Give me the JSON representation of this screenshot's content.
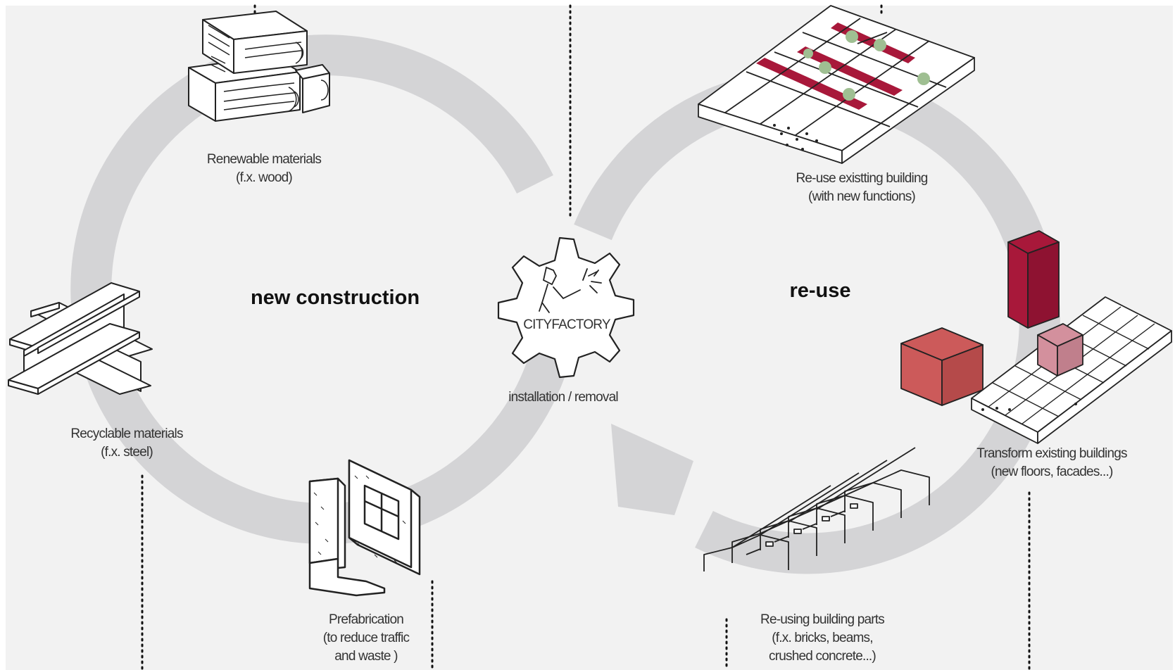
{
  "diagram": {
    "center": {
      "title": "CITYFACTORY",
      "caption": "installation / removal"
    },
    "cycles": {
      "left_title": "new construction",
      "right_title": "re-use"
    },
    "items": {
      "renewable": {
        "line1": "Renewable materials",
        "line2": "(f.x. wood)"
      },
      "recyclable": {
        "line1": "Recyclable materials",
        "line2": "(f.x. steel)"
      },
      "prefab": {
        "line1": "Prefabrication",
        "line2": "(to reduce traffic",
        "line3": "and waste )"
      },
      "reuse_building": {
        "line1": "Re-use existting building",
        "line2": "(with new functions)"
      },
      "transform": {
        "line1": "Transform existing buildings",
        "line2": "(new floors, facades...)"
      },
      "parts": {
        "line1": "Re-using building parts",
        "line2": "(f.x. bricks, beams,",
        "line3": "crushed concrete...)"
      }
    },
    "colors": {
      "background": "#f2f2f2",
      "ring": "#d4d4d6",
      "accent_dark": "#a8183a",
      "accent_mid": "#cc5a5a",
      "accent_light": "#d3909d",
      "tree": "#9fbf92",
      "line": "#222222"
    },
    "icons": [
      "wood-beams-icon",
      "steel-i-beam-icon",
      "prefab-wall-icon",
      "welder-gear-icon",
      "existing-building-icon",
      "transformed-building-icon",
      "building-frame-icon",
      "cycle-arrow-icon"
    ]
  }
}
